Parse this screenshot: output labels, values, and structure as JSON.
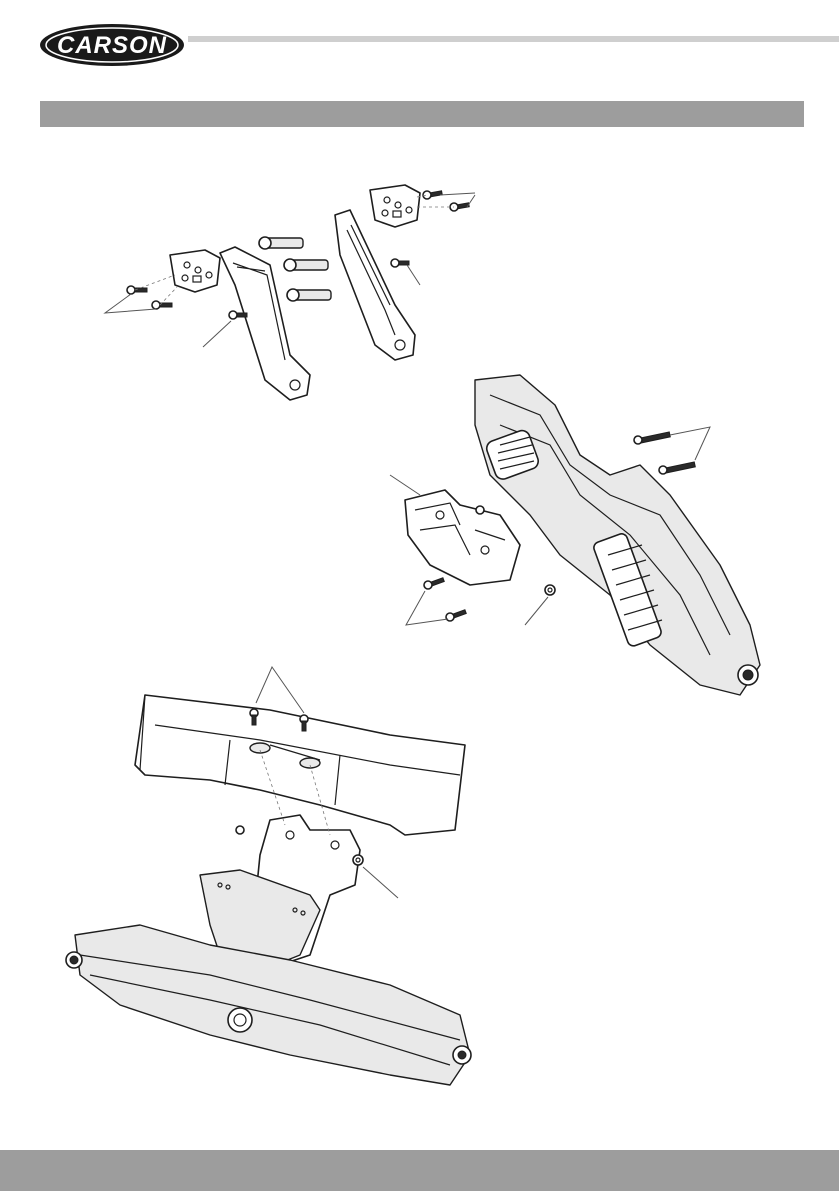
{
  "brand": {
    "name": "CARSON"
  },
  "colors": {
    "bar": "#9d9d9d",
    "rule": "#cfcfcf",
    "ink": "#1e1e1e"
  },
  "figures": [
    {
      "id": "wing-mount-assembly"
    },
    {
      "id": "wing-mount-on-gearbox"
    },
    {
      "id": "rear-wing-install"
    }
  ]
}
